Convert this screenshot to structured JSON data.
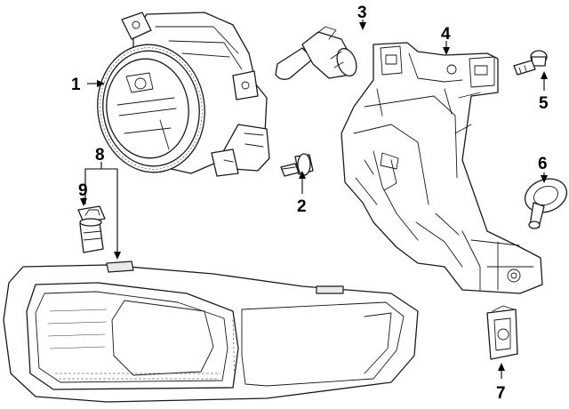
{
  "diagram": {
    "callouts": [
      {
        "id": "1",
        "label": "1"
      },
      {
        "id": "2",
        "label": "2"
      },
      {
        "id": "3",
        "label": "3"
      },
      {
        "id": "4",
        "label": "4"
      },
      {
        "id": "5",
        "label": "5"
      },
      {
        "id": "6",
        "label": "6"
      },
      {
        "id": "7",
        "label": "7"
      },
      {
        "id": "8",
        "label": "8"
      },
      {
        "id": "9",
        "label": "9"
      }
    ],
    "colors": {
      "line": "#1a1a1a",
      "background": "#ffffff",
      "shade": "#e9e9e9"
    }
  }
}
